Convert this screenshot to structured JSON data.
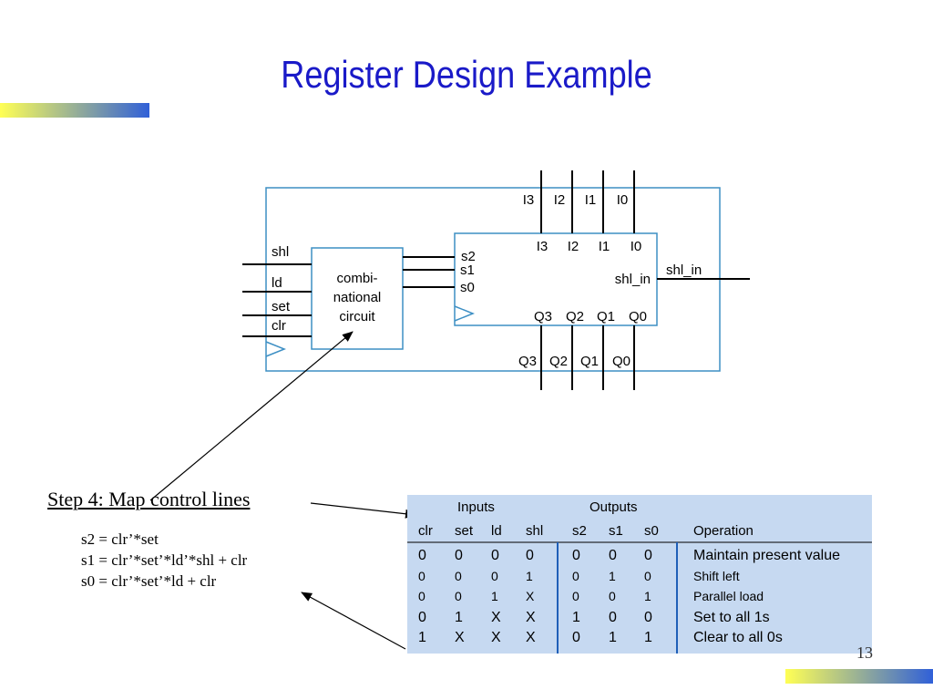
{
  "title": "Register Design Example",
  "colors": {
    "title": "#1a1ac8",
    "line": "#3d8fc4",
    "table_bg": "#c6d9f1",
    "table_divider": "#1f5fb8",
    "band_start": "#ffff55",
    "band_end": "#3060d8"
  },
  "diagram": {
    "outer_inputs": [
      "I3",
      "I2",
      "I1",
      "I0"
    ],
    "control_inputs": [
      "shl",
      "ld",
      "set",
      "clr"
    ],
    "combo_label": [
      "combi-",
      "national",
      "circuit"
    ],
    "register": {
      "select_inputs": [
        "s2",
        "s1",
        "s0"
      ],
      "data_inputs": [
        "I3",
        "I2",
        "I1",
        "I0"
      ],
      "shift_input": "shl_in",
      "outputs": [
        "Q3",
        "Q2",
        "Q1",
        "Q0"
      ]
    },
    "external_shift_input": "shl_in",
    "outer_outputs": [
      "Q3",
      "Q2",
      "Q1",
      "Q0"
    ]
  },
  "step": {
    "heading": "Step 4: Map control lines",
    "equations": [
      "s2 = clr’*set",
      "s1 = clr’*set’*ld’*shl + clr",
      "s0 = clr’*set’*ld + clr"
    ]
  },
  "table": {
    "group_headers": {
      "inputs": "Inputs",
      "outputs": "Outputs"
    },
    "columns": [
      "clr",
      "set",
      "ld",
      "shl",
      "s2",
      "s1",
      "s0",
      "Operation"
    ],
    "rows": [
      [
        "0",
        "0",
        "0",
        "0",
        "0",
        "0",
        "0",
        "Maintain present value"
      ],
      [
        "0",
        "0",
        "0",
        "1",
        "0",
        "1",
        "0",
        "Shift left"
      ],
      [
        "0",
        "0",
        "1",
        "X",
        "0",
        "0",
        "1",
        "Parallel load"
      ],
      [
        "0",
        "1",
        "X",
        "X",
        "1",
        "0",
        "0",
        "Set to all 1s"
      ],
      [
        "1",
        "X",
        "X",
        "X",
        "0",
        "1",
        "1",
        "Clear to all 0s"
      ]
    ]
  },
  "page_number": "13"
}
